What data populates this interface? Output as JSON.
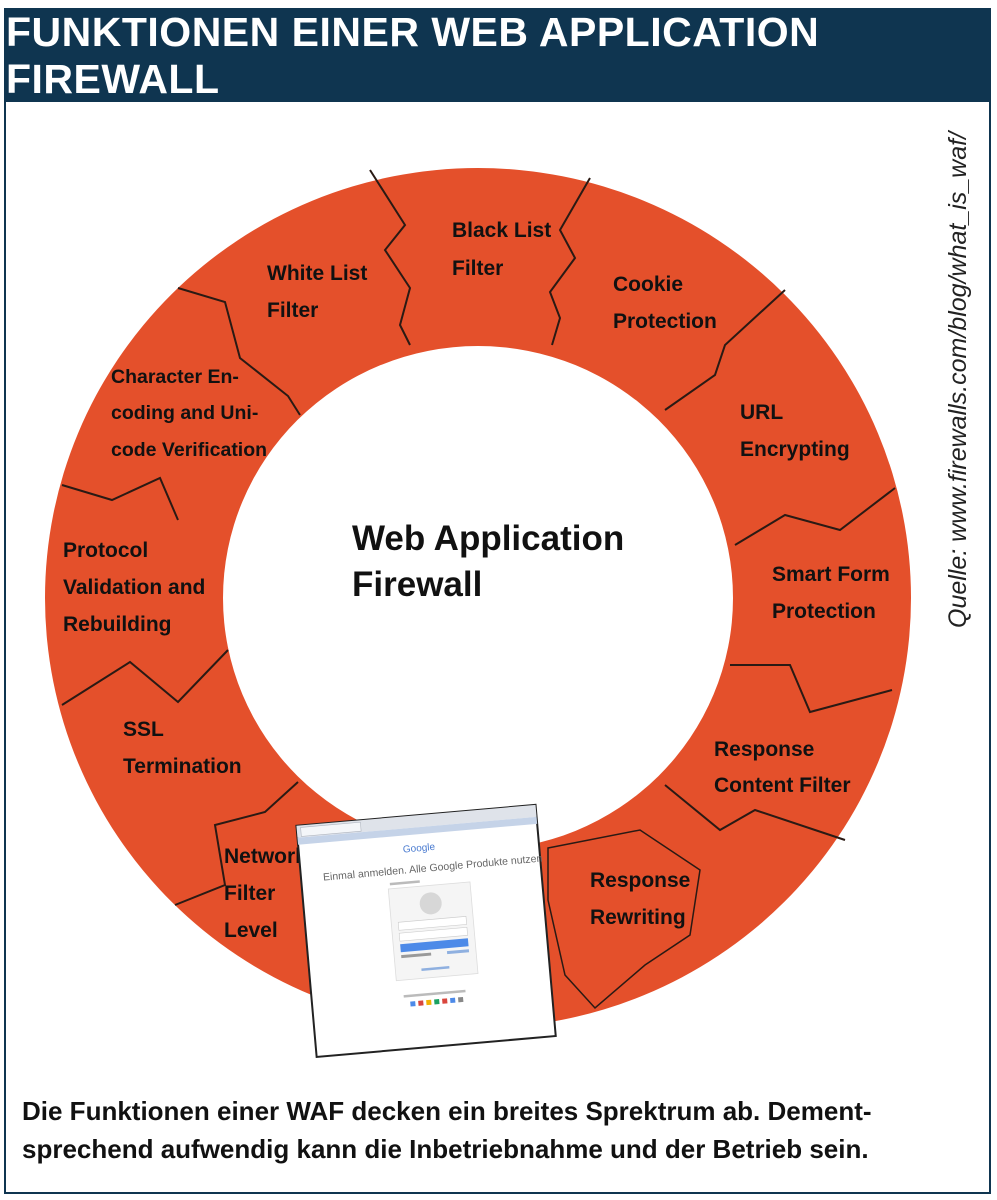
{
  "title": "FUNKTIONEN EINER WEB APPLICATION FIREWALL",
  "source": "Quelle: www.firewalls.com/blog/what_is_waf/",
  "center": {
    "line1": "Web Application",
    "line2": "Firewall"
  },
  "segments": [
    {
      "id": "black-list-filter",
      "lines": [
        "Black List",
        "Filter"
      ]
    },
    {
      "id": "cookie-protection",
      "lines": [
        "Cookie",
        "Protection"
      ]
    },
    {
      "id": "url-encrypting",
      "lines": [
        "URL",
        "Encrypting"
      ]
    },
    {
      "id": "smart-form-protection",
      "lines": [
        "Smart Form",
        "Protection"
      ]
    },
    {
      "id": "response-content-filter",
      "lines": [
        "Response",
        "Content Filter"
      ]
    },
    {
      "id": "response-rewriting",
      "lines": [
        "Response",
        "Rewriting"
      ]
    },
    {
      "id": "network-filter-level",
      "lines": [
        "Network",
        "Filter",
        "Level"
      ]
    },
    {
      "id": "ssl-termination",
      "lines": [
        "SSL",
        "Termination"
      ]
    },
    {
      "id": "protocol-validation",
      "lines": [
        "Protocol",
        "Validation and",
        "Rebuilding"
      ]
    },
    {
      "id": "character-encoding",
      "lines": [
        "Character En-",
        "coding and Uni-",
        "code Verification"
      ]
    },
    {
      "id": "white-list-filter",
      "lines": [
        "White List",
        "Filter"
      ]
    }
  ],
  "screenshot": {
    "logo": "Google",
    "headline": "Einmal anmelden. Alle Google Produkte nutzen"
  },
  "caption": {
    "line1": "Die Funktionen einer WAF decken ein breites Sprektrum ab. Dement-",
    "line2": "sprechend aufwendig kann die Inbetriebnahme und der Betrieb sein."
  },
  "colors": {
    "ring": "#e4502b",
    "header": "#0f3550",
    "divider": "#2a1a14"
  }
}
